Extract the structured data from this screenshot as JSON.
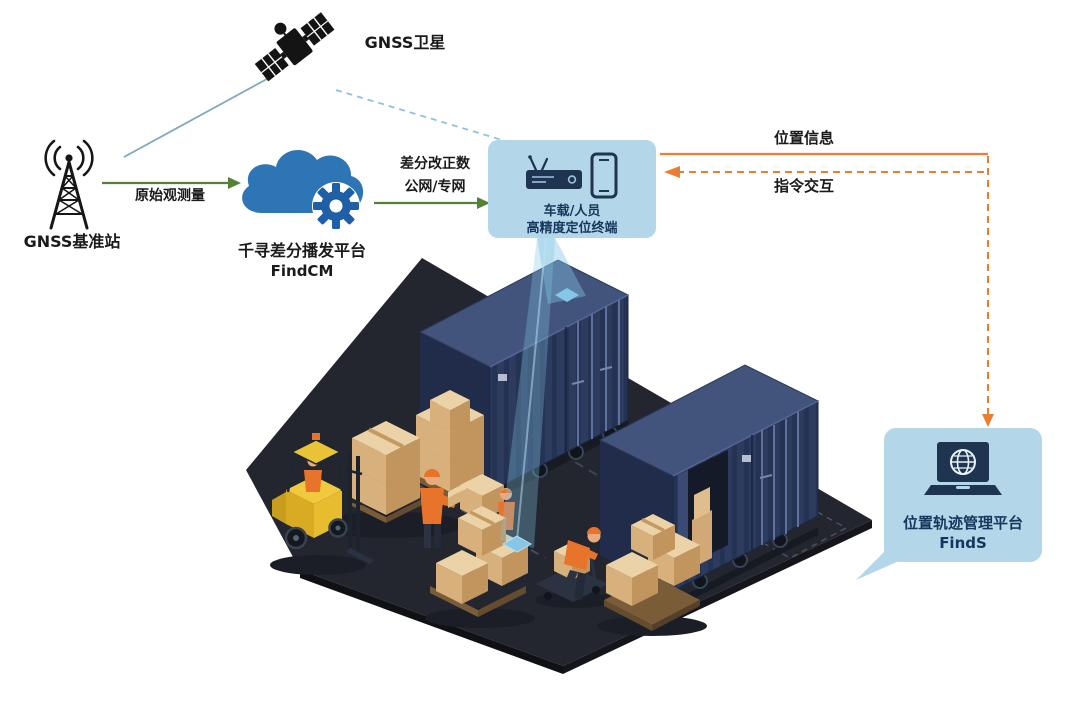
{
  "nodes": {
    "satellite": {
      "label": "GNSS卫星",
      "icon": "satellite-icon"
    },
    "base_station": {
      "label": "GNSS基准站",
      "icon": "radio-tower-icon"
    },
    "findcm_platform": {
      "name": "千寻差分播发平台",
      "product": "FindCM",
      "icon": "cloud-gear-icon"
    },
    "terminal": {
      "line1": "车载/人员",
      "line2": "高精度定位终端",
      "icons": [
        "vehicle-terminal-icon",
        "smartphone-icon"
      ]
    },
    "finds_platform": {
      "name": "位置轨迹管理平台",
      "product": "FindS",
      "icon": "laptop-globe-icon"
    }
  },
  "links": {
    "raw_observation": {
      "label": "原始观测量",
      "from": "base_station",
      "to": "findcm_platform",
      "style": "solid-green-arrow"
    },
    "corrections": {
      "label_line1": "差分改正数",
      "label_line2": "公网/专网",
      "from": "findcm_platform",
      "to": "terminal",
      "style": "solid-green-arrow"
    },
    "position_info": {
      "label": "位置信息",
      "from": "terminal",
      "to": "finds_platform",
      "style": "solid-orange"
    },
    "command_interaction": {
      "label": "指令交互",
      "from": "finds_platform",
      "to": "terminal",
      "style": "dashed-orange"
    },
    "satellite_to_station": {
      "style": "solid-blue-line"
    },
    "satellite_to_terminal": {
      "style": "dashed-blue-line"
    }
  },
  "scene": {
    "type": "isometric-warehouse-yard",
    "elements": [
      "shipping-container",
      "shipping-container-open-door",
      "cardboard-pallet-stacks",
      "forklift-with-driver",
      "warehouse-workers",
      "pallet-jack",
      "positioning-beam",
      "location-markers"
    ]
  },
  "colors": {
    "background": "#ffffff",
    "arrow_green": "#538135",
    "arrow_orange": "#ed7d31",
    "bubble_fill": "#b3d7e9",
    "bubble_text": "#17365d",
    "cloud_blue": "#2e75b6",
    "gear_blue": "#1f5fa8",
    "satellite_link_blue": "#7fa9bc",
    "beam_blue": "#82bee1",
    "platform_dark": "#23262f",
    "container_navy": "#2c3b5e",
    "box_tan": "#d8b07c",
    "forklift_yellow": "#eec637",
    "label_text": "#1a1a1a"
  }
}
